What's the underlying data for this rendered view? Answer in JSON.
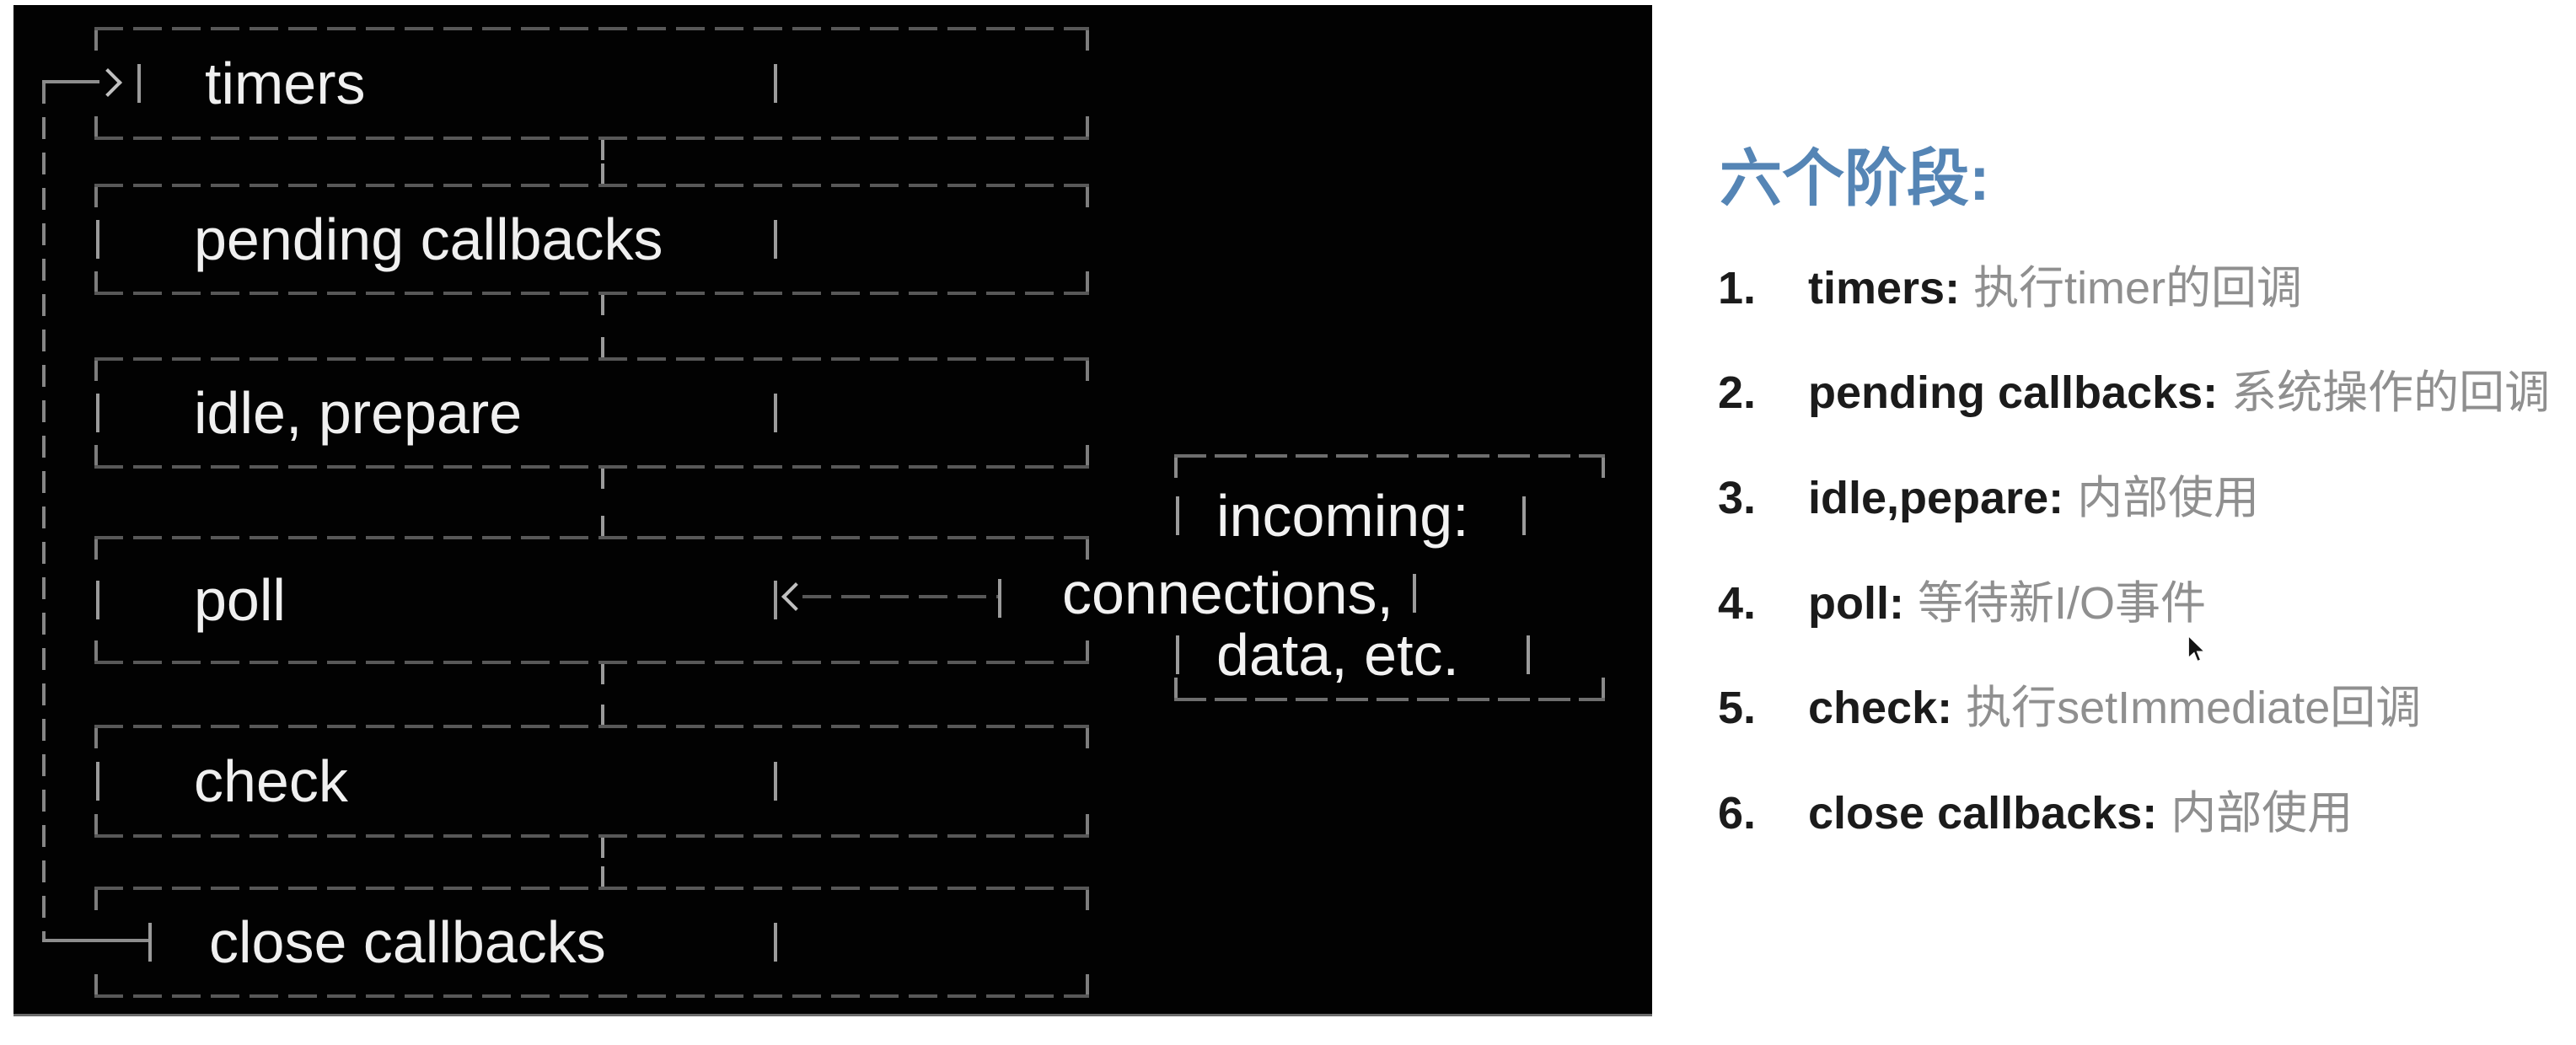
{
  "diagram": {
    "background": "#020202",
    "line_color": "#585858",
    "tick_color": "#9b9b9b",
    "text_color": "#f0f0f0",
    "phases": [
      {
        "label": "timers"
      },
      {
        "label": "pending callbacks"
      },
      {
        "label": "idle, prepare"
      },
      {
        "label": "poll"
      },
      {
        "label": "check"
      },
      {
        "label": "close callbacks"
      }
    ],
    "incoming_box": {
      "lines": [
        "incoming:",
        "connections,",
        "data, etc."
      ]
    }
  },
  "notes": {
    "heading": "六个阶段:",
    "heading_color": "#5585b5",
    "term_color": "#1b1b1b",
    "desc_color": "#8f8f8f",
    "items": [
      {
        "num": "1.",
        "term": "timers:",
        "desc": "执行timer的回调"
      },
      {
        "num": "2.",
        "term": "pending callbacks:",
        "desc": "系统操作的回调"
      },
      {
        "num": "3.",
        "term": "idle,pepare:",
        "desc": "内部使用"
      },
      {
        "num": "4.",
        "term": "poll:",
        "desc": "等待新I/O事件"
      },
      {
        "num": "5.",
        "term": "check:",
        "desc": "执行setImmediate回调"
      },
      {
        "num": "6.",
        "term": "close callbacks:",
        "desc": "内部使用"
      }
    ]
  }
}
